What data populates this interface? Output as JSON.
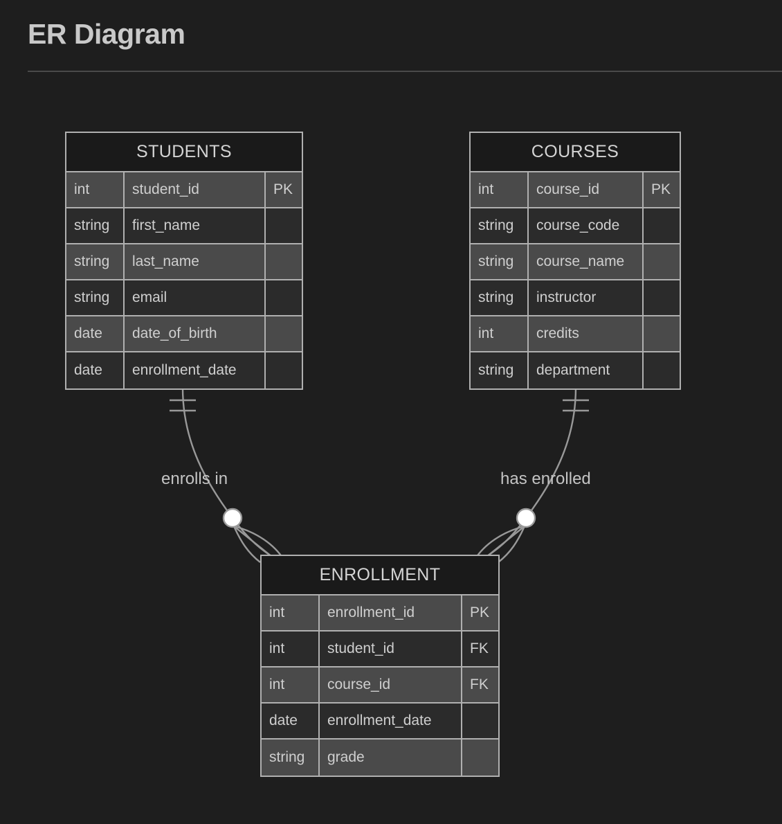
{
  "page": {
    "title": "ER Diagram",
    "background_color": "#1e1e1e",
    "text_color": "#c9c9c9",
    "line_color": "#999999"
  },
  "entities": [
    {
      "name": "STUDENTS",
      "attributes": [
        {
          "type": "int",
          "field": "student_id",
          "key": "PK"
        },
        {
          "type": "string",
          "field": "first_name",
          "key": ""
        },
        {
          "type": "string",
          "field": "last_name",
          "key": ""
        },
        {
          "type": "string",
          "field": "email",
          "key": ""
        },
        {
          "type": "date",
          "field": "date_of_birth",
          "key": ""
        },
        {
          "type": "date",
          "field": "enrollment_date",
          "key": ""
        }
      ]
    },
    {
      "name": "COURSES",
      "attributes": [
        {
          "type": "int",
          "field": "course_id",
          "key": "PK"
        },
        {
          "type": "string",
          "field": "course_code",
          "key": ""
        },
        {
          "type": "string",
          "field": "course_name",
          "key": ""
        },
        {
          "type": "string",
          "field": "instructor",
          "key": ""
        },
        {
          "type": "int",
          "field": "credits",
          "key": ""
        },
        {
          "type": "string",
          "field": "department",
          "key": ""
        }
      ]
    },
    {
      "name": "ENROLLMENT",
      "attributes": [
        {
          "type": "int",
          "field": "enrollment_id",
          "key": "PK"
        },
        {
          "type": "int",
          "field": "student_id",
          "key": "FK"
        },
        {
          "type": "int",
          "field": "course_id",
          "key": "FK"
        },
        {
          "type": "date",
          "field": "enrollment_date",
          "key": ""
        },
        {
          "type": "string",
          "field": "grade",
          "key": ""
        }
      ]
    }
  ],
  "relationships": [
    {
      "label": "enrolls in",
      "from": "STUDENTS",
      "to": "ENROLLMENT",
      "from_cardinality": "exactly-one",
      "to_cardinality": "zero-or-more"
    },
    {
      "label": "has enrolled",
      "from": "COURSES",
      "to": "ENROLLMENT",
      "from_cardinality": "exactly-one",
      "to_cardinality": "zero-or-more"
    }
  ]
}
